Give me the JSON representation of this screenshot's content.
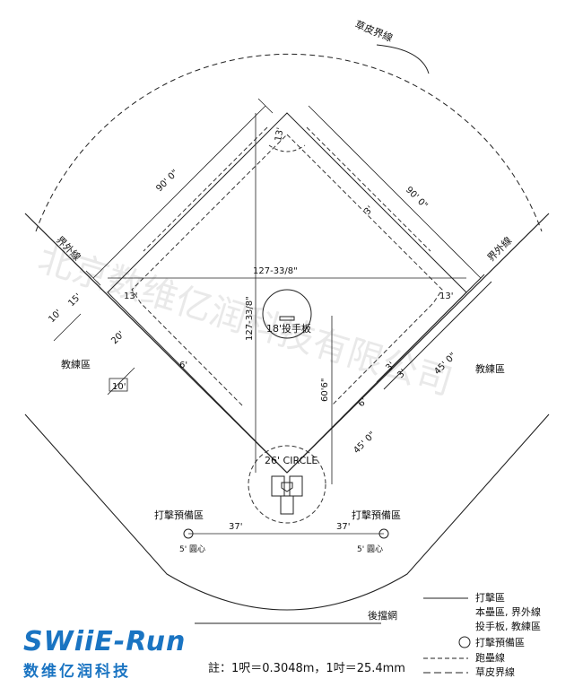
{
  "labels": {
    "grass_line_top": "草皮界線",
    "foul_line_left": "界外線",
    "foul_line_right": "界外線",
    "coach_box_left": "教練區",
    "coach_box_right": "教練區",
    "on_deck_left": "打擊預備區",
    "on_deck_right": "打擊預備區",
    "on_deck_circle_left": "5' 圓心",
    "on_deck_circle_right": "5' 圓心",
    "backstop": "後擋網",
    "pitcher_plate": "18'投手板",
    "home_circle": "26' CIRCLE"
  },
  "dimensions": {
    "base_left": "90' 0\"",
    "base_right": "90' 0\"",
    "diagonal": "127-33/8\"",
    "diagonal_vertical": "127-33/8\"",
    "second_base_angle": "13'",
    "first_third_left": "13'",
    "first_third_right": "13'",
    "right_3_a": "3'",
    "right_3_b": "3'",
    "right_3_c": "3'",
    "left_15": "15'",
    "left_10_a": "10'",
    "left_10_b": "10'",
    "left_20": "20'",
    "left_6": "6'",
    "right_6": "6'",
    "right_45_a": "45' 0\"",
    "right_45_b": "45' 0\"",
    "pitch_60_6": "60'6\"",
    "on_deck_37_left": "37'",
    "on_deck_37_right": "37'"
  },
  "legend": [
    {
      "label": "打擊區",
      "style": "solid"
    },
    {
      "label": "本壘區, 界外線",
      "style": "solid"
    },
    {
      "label": "投手板, 教練區",
      "style": "solid"
    },
    {
      "label": "打擊預備區",
      "style": "circle"
    },
    {
      "label": "跑壘線",
      "style": "dashed"
    },
    {
      "label": "草皮界線",
      "style": "dashed"
    }
  ],
  "watermark": "北京数维亿润科技有限公司",
  "logo": {
    "main": "SWiiE-Run",
    "sub": "数维亿润科技"
  },
  "note": "註：1呎＝0.3048m，1吋＝25.4mm"
}
